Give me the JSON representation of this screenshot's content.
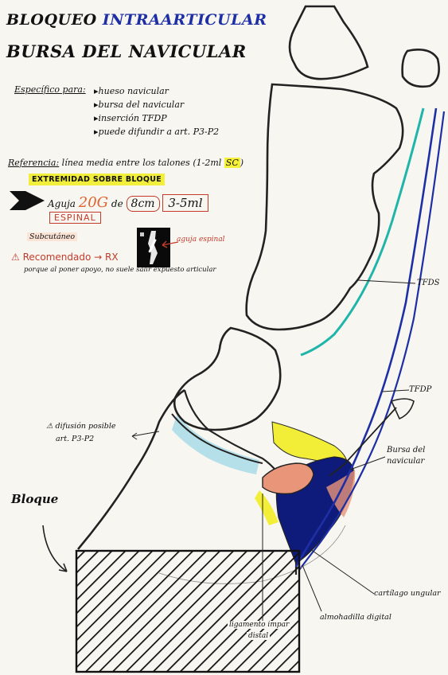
{
  "title": {
    "part1": "BLOQUEO",
    "part2": "INTRAARTICULAR",
    "line2": "BURSA DEL NAVICULAR"
  },
  "especifico": {
    "label": "Específico para:",
    "items": [
      "hueso navicular",
      "bursa del navicular",
      "inserción TFDP",
      "puede difundir a art. P3-P2"
    ]
  },
  "referencia": {
    "label": "Referencia:",
    "text": "línea media entre los talones (1-2ml",
    "sc": "SC",
    "close": ")"
  },
  "highlight": "EXTREMIDAD SOBRE BLOQUE",
  "needle": {
    "aguja": "Aguja",
    "gauge": "20G",
    "de": "de",
    "length": "8cm",
    "volume": "3-5ml",
    "type": "ESPINAL"
  },
  "subcutaneo": "Subcutáneo",
  "recomendado": "⚠ Recomendado → RX",
  "porque": "porque al poner apoyo, no suele salir expuesto articular",
  "aguja_espinal": "aguja espinal",
  "labels": {
    "tfds": "TFDS",
    "tfdp": "TFDP",
    "bursa_line1": "Bursa del",
    "bursa_line2": "navicular",
    "difusion_line1": "⚠ difusión posible",
    "difusion_line2": "art. P3-P2",
    "bloque": "Bloque",
    "cartilago": "cartílago ungular",
    "almohadilla": "almohadilla digital",
    "ligamento_line1": "ligamento impar",
    "ligamento_line2": "distal"
  },
  "colors": {
    "accent_blue": "#1e2fa5",
    "tfds_teal": "#1fb5aa",
    "bursa_navy": "#0f1b7a",
    "navicular_salmon": "#e8957a",
    "yellow": "#f2ee2e",
    "joint_blue": "#a9dbe8",
    "red_ink": "#c43b2a"
  }
}
